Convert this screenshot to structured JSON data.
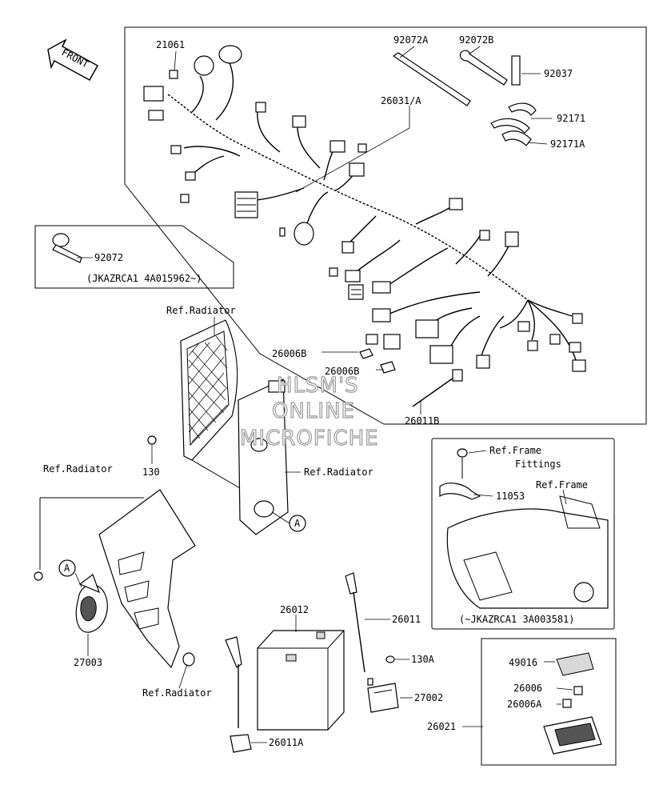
{
  "front_label": "FRONT",
  "watermark": [
    "HLSM'S",
    "ONLINE",
    "MICROFICHE"
  ],
  "parts": {
    "p21061": "21061",
    "p92072A": "92072A",
    "p92072B": "92072B",
    "p92037": "92037",
    "p26031A": "26031/A",
    "p92171": "92171",
    "p92171A": "92171A",
    "p92072": "92072",
    "serial_1": "(JKAZRCA1 4A015962~)",
    "ref_radiator_1": "Ref.Radiator",
    "p26006B_1": "26006B",
    "p26006B_2": "26006B",
    "p26011B": "26011B",
    "p130": "130",
    "ref_radiator_2": "Ref.Radiator",
    "ref_radiator_3": "Ref.Radiator",
    "ref_frame_fittings_1": "Ref.Frame",
    "ref_frame_fittings_2": "Fittings",
    "ref_frame": "Ref.Frame",
    "p11053": "11053",
    "serial_2": "(~JKAZRCA1 3A003581)",
    "callout_a_1": "A",
    "callout_a_2": "A",
    "p27003": "27003",
    "p26012": "26012",
    "p26011": "26011",
    "p130A": "130A",
    "p27002": "27002",
    "p49016": "49016",
    "p26006": "26006",
    "p26006A": "26006A",
    "p26021": "26021",
    "ref_radiator_4": "Ref.Radiator",
    "p26011A": "26011A"
  }
}
